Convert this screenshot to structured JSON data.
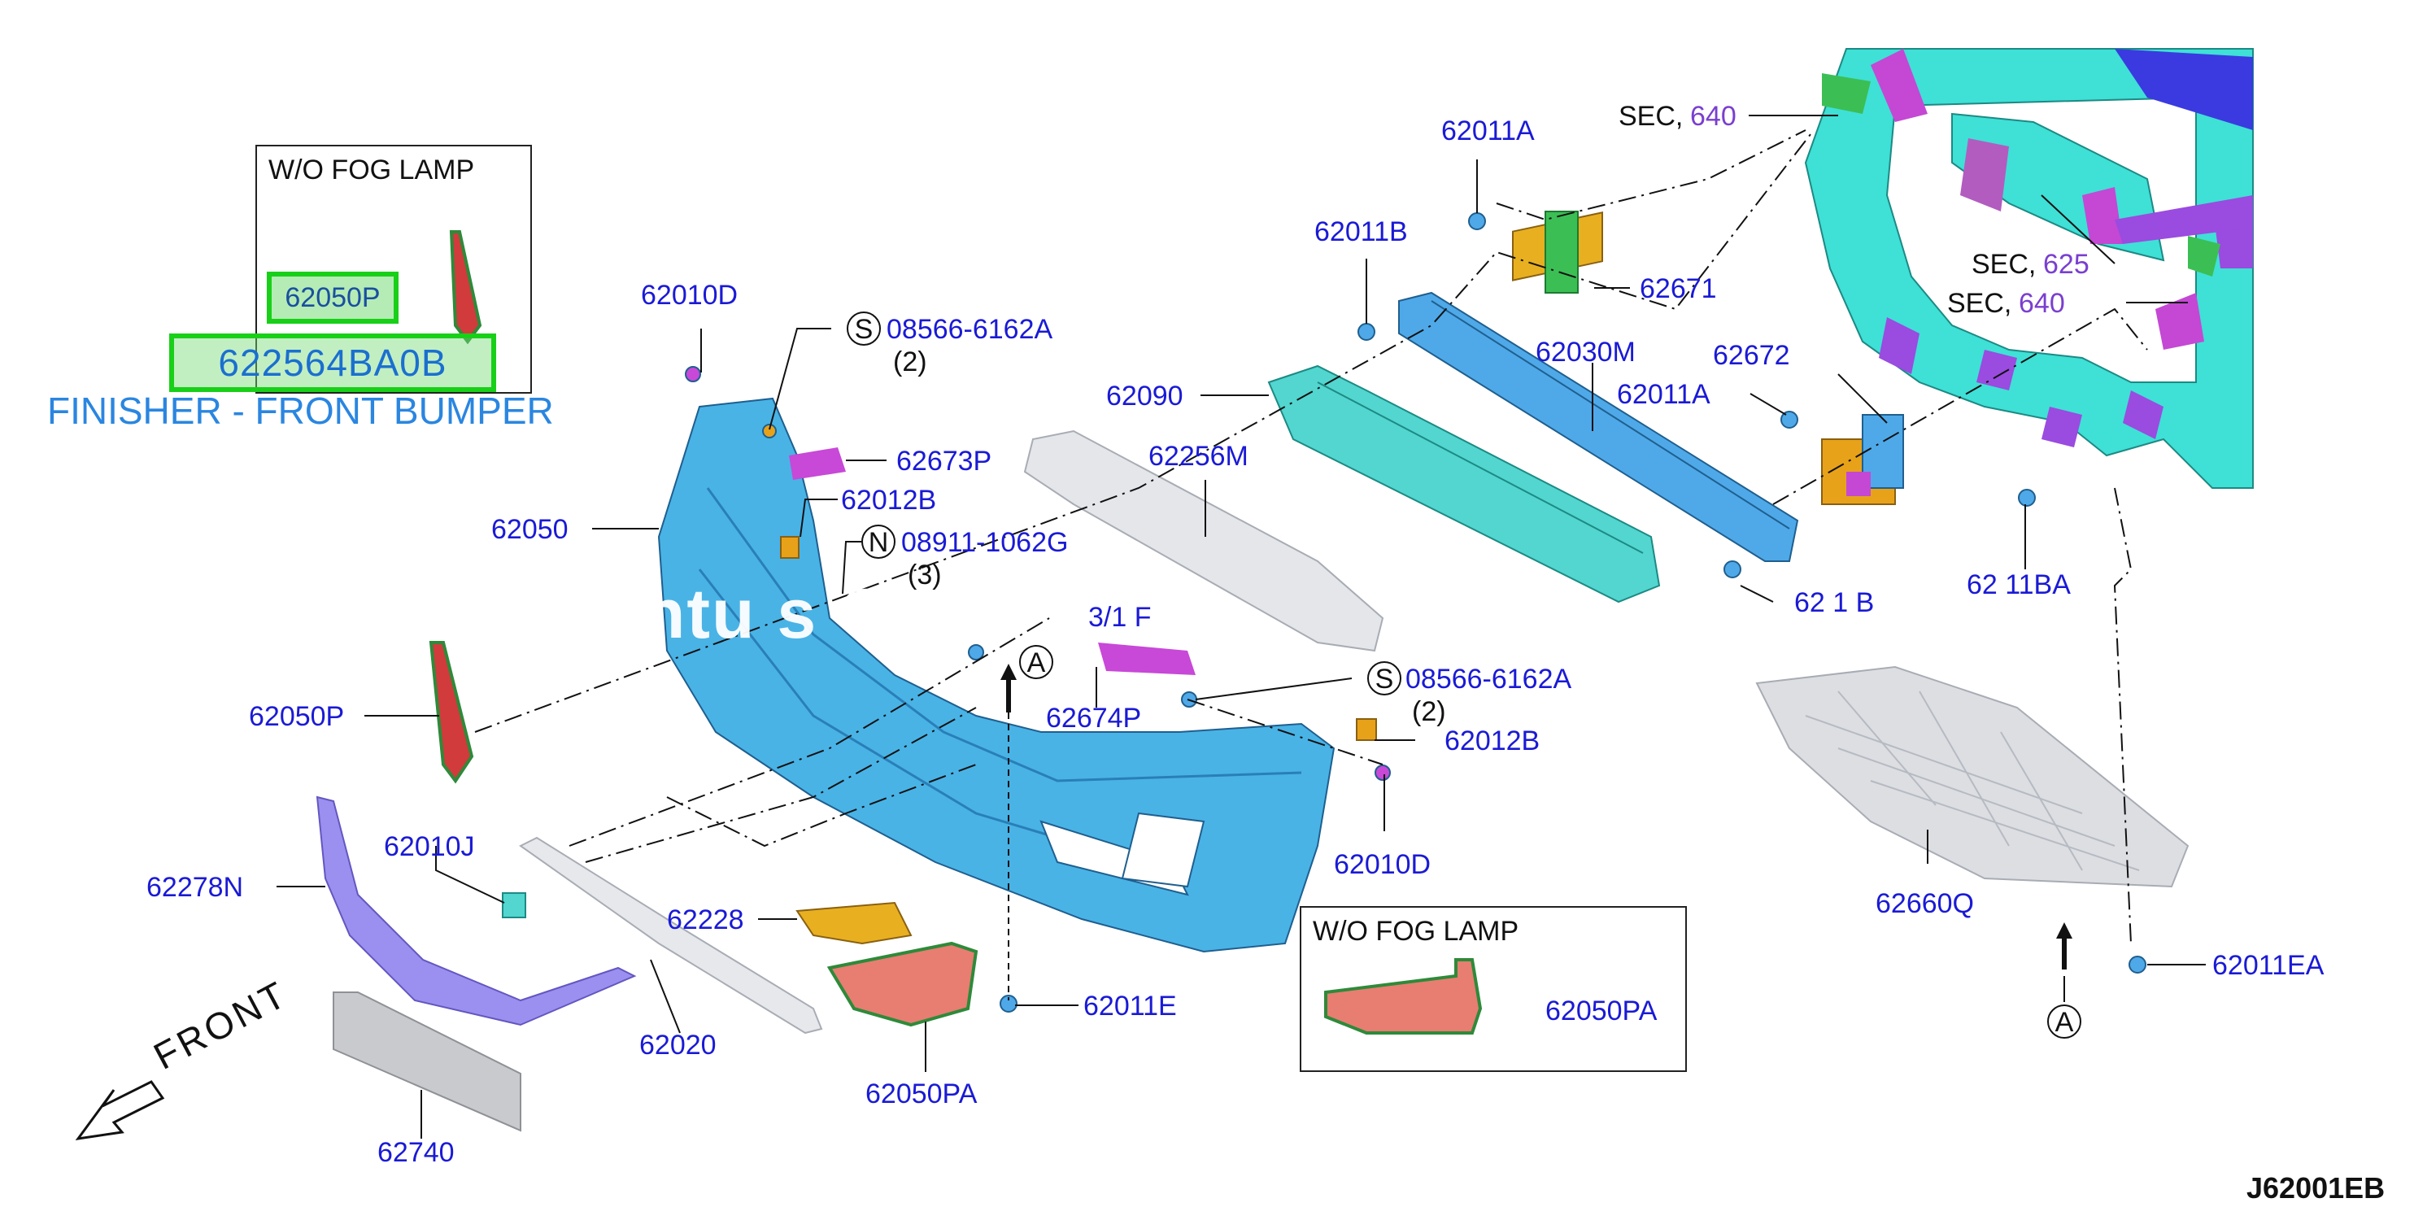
{
  "diagram_code": "J62001EB",
  "highlight": {
    "part_number": "62050P",
    "catalog_number": "622564BA0B",
    "title": "FINISHER - FRONT BUMPER"
  },
  "insets": {
    "top": {
      "title": "W/O FOG LAMP"
    },
    "bottom": {
      "title": "W/O FOG LAMP",
      "part": "62050PA"
    }
  },
  "front_label": "FRONT",
  "watermark": "antu s G d P",
  "labels": {
    "p62010D_top": "62010D",
    "s_clip_top_num": "08566-6162A",
    "s_clip_top_qty": "(2)",
    "p62673P": "62673P",
    "p62012B_top": "62012B",
    "p62050": "62050",
    "n_bolt_num": "08911-1062G",
    "n_bolt_qty": "(3)",
    "p62050P": "62050P",
    "p62010J": "62010J",
    "p62278N": "62278N",
    "p62228": "62228",
    "p62020": "62020",
    "p62050PA": "62050PA",
    "p62740": "62740",
    "p62011E": "62011E",
    "p62090": "62090",
    "p62256M": "62256M",
    "p62674P": "62674P",
    "p62674P_obscured": "3/1 F",
    "s_clip_mid_num": "08566-6162A",
    "s_clip_mid_qty": "(2)",
    "p62012B_mid": "62012B",
    "p62010D_mid": "62010D",
    "p62011A_top": "62011A",
    "p62011B": "62011B",
    "p62671": "62671",
    "p62030M": "62030M",
    "p62672": "62672",
    "p62011A_mid": "62011A",
    "p62011B_obscured": "62 1 B",
    "p62011BA_obscured": "62 11BA",
    "p62660Q": "62660Q",
    "p62011EA": "62011EA",
    "sec_prefix_1": "SEC,",
    "sec_num_1": "640",
    "sec_prefix_2": "SEC,",
    "sec_num_2": "625",
    "sec_prefix_3": "SEC,",
    "sec_num_3": "640",
    "arrow_ref": "A",
    "circle_S": "S",
    "circle_N": "N"
  },
  "colors": {
    "bumper": "#49b3e6",
    "reinforcement": "#52d6cf",
    "beam": "#4fa9e8",
    "undercover": "#dcdee2",
    "molding": "#9b8ff0",
    "finisher_red": "#e05555",
    "bracket_magenta": "#c848d8",
    "bracket_orange": "#e8a21a",
    "label_blue": "#1a1ad6",
    "section_purple": "#7a3fd0",
    "highlight_green": "#18d018"
  }
}
